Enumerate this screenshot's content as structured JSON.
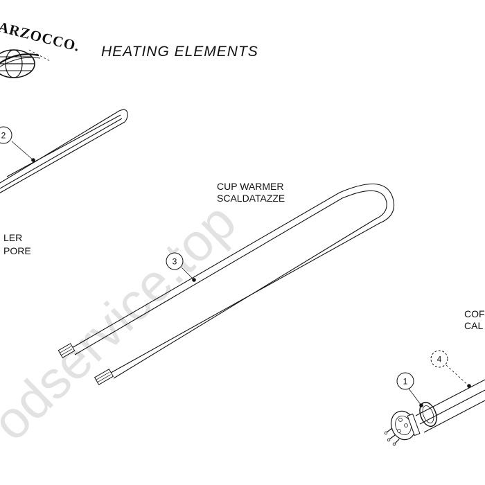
{
  "header": {
    "brand": "ARZOCCO.",
    "title": "HEATING ELEMENTS"
  },
  "labels": {
    "steam_line1": "LER",
    "steam_line2": "PORE",
    "cup_line1": "CUP WARMER",
    "cup_line2": "SCALDATAZZE",
    "coffee_line1": "COF",
    "coffee_line2": "CAL"
  },
  "balloons": {
    "b1": "1",
    "b2": "2",
    "b3": "3",
    "b4": "4"
  },
  "watermark": "odservice.top",
  "colors": {
    "line": "#111111",
    "watermark": "#bfbfbf"
  }
}
